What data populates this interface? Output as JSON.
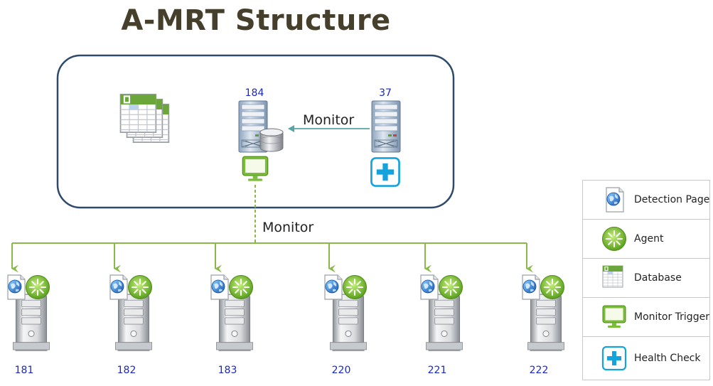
{
  "title": "A-MRT Structure",
  "monitor_label": "Monitor",
  "top_servers": [
    {
      "id": "184",
      "role": "database-server"
    },
    {
      "id": "37",
      "role": "health-check-server"
    }
  ],
  "agents": [
    "181",
    "182",
    "183",
    "220",
    "221",
    "222"
  ],
  "legend": [
    {
      "label": "Detection Page",
      "icon": "detection-page-icon"
    },
    {
      "label": "Agent",
      "icon": "agent-icon"
    },
    {
      "label": "Database",
      "icon": "database-icon"
    },
    {
      "label": "Monitor Trigger",
      "icon": "monitor-trigger-icon"
    },
    {
      "label": "Health Check",
      "icon": "health-check-icon"
    }
  ],
  "colors": {
    "title": "#453f2b",
    "frame": "#2e4a6b",
    "line_green": "#8ab94a",
    "arrow_teal": "#5aa3a6",
    "label_blue": "#1b27c8",
    "health_blue": "#16a3dc"
  }
}
